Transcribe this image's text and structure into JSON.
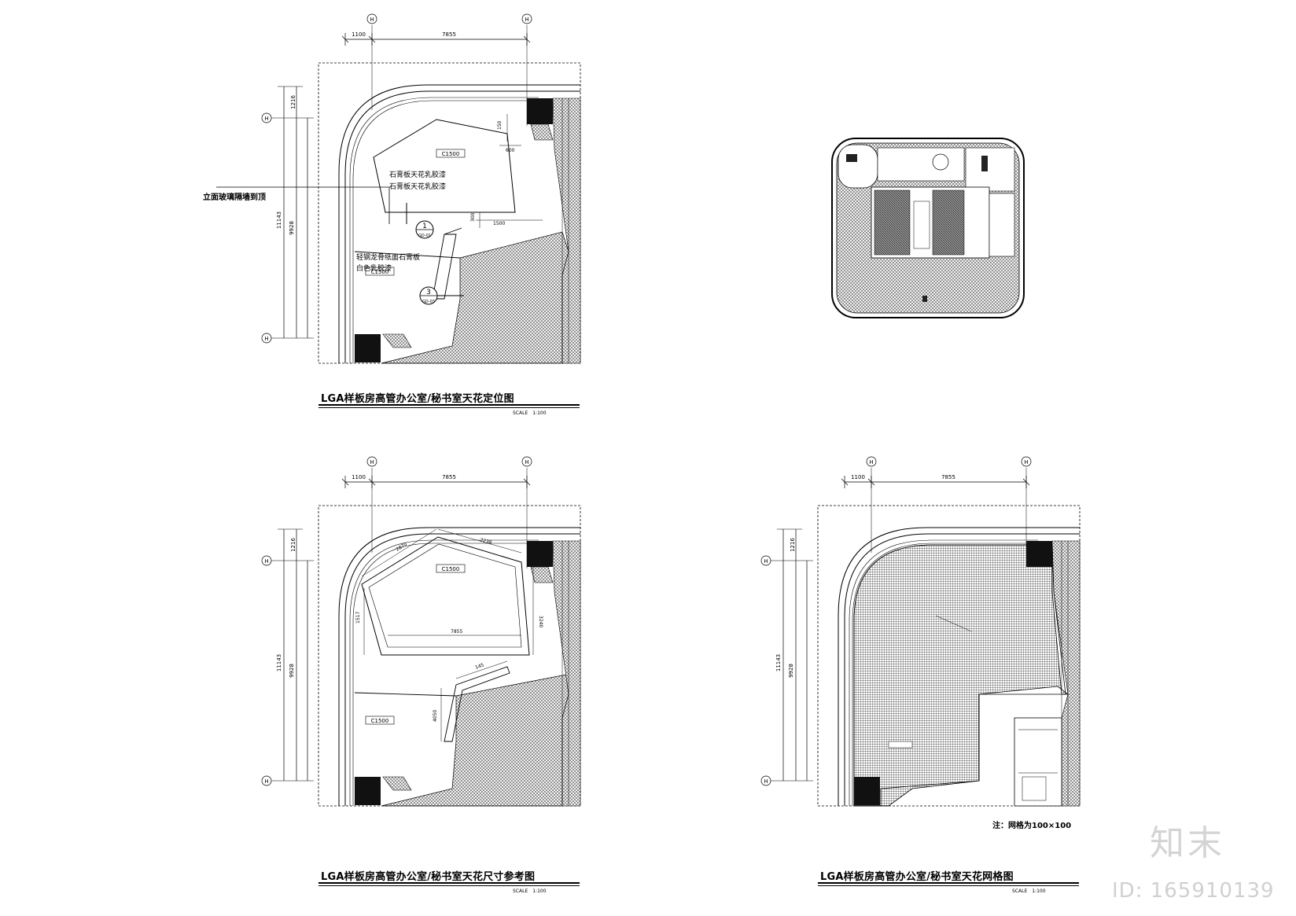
{
  "drawings": [
    {
      "title": "LGA样板房高管办公室/秘书室天花定位图",
      "scale": "SCALE　1:100",
      "dims": {
        "top_a": "1100",
        "top_b": "7855",
        "left_a": "1216",
        "left_b": "11143",
        "left_c": "9928"
      },
      "axis_top": [
        "H",
        "H"
      ],
      "axis_left": [
        "H",
        "H"
      ],
      "leader_label": "立面玻璃隔墙到顶",
      "texts": [
        "石膏板天花乳胶漆",
        "石膏板天花乳胶漆",
        "轻钢龙骨纸面石膏板",
        "白色乳胶漆"
      ],
      "tags": [
        "C1500",
        "C1500"
      ],
      "callouts": [
        {
          "num": "1",
          "ref": "GD-01"
        },
        {
          "num": "3",
          "ref": "GD-03"
        }
      ],
      "small_dims": [
        "150",
        "600",
        "1500",
        "300"
      ]
    },
    {
      "title": "LGA样板房高管办公室/秘书室天花尺寸参考图",
      "scale": "SCALE　1:100",
      "dims": {
        "top_a": "1100",
        "top_b": "7855",
        "left_a": "1216",
        "left_b": "11143",
        "left_c": "9928"
      },
      "axis_top": [
        "H",
        "H"
      ],
      "axis_left": [
        "H",
        "H"
      ],
      "tags": [
        "C1500",
        "C1500"
      ],
      "small_dims": [
        "2870",
        "2238",
        "7855",
        "3240",
        "145",
        "4050",
        "1517"
      ]
    },
    {
      "title": "LGA样板房高管办公室/秘书室天花网格图",
      "scale": "SCALE　1:100",
      "dims": {
        "top_a": "1100",
        "top_b": "7855",
        "left_a": "1216",
        "left_b": "11143",
        "left_c": "9928"
      },
      "axis_top": [
        "H",
        "H"
      ],
      "axis_left": [
        "H",
        "H"
      ],
      "note": "注：网格为100×100"
    }
  ],
  "watermark": {
    "logo": "知末",
    "id": "ID: 165910139"
  }
}
